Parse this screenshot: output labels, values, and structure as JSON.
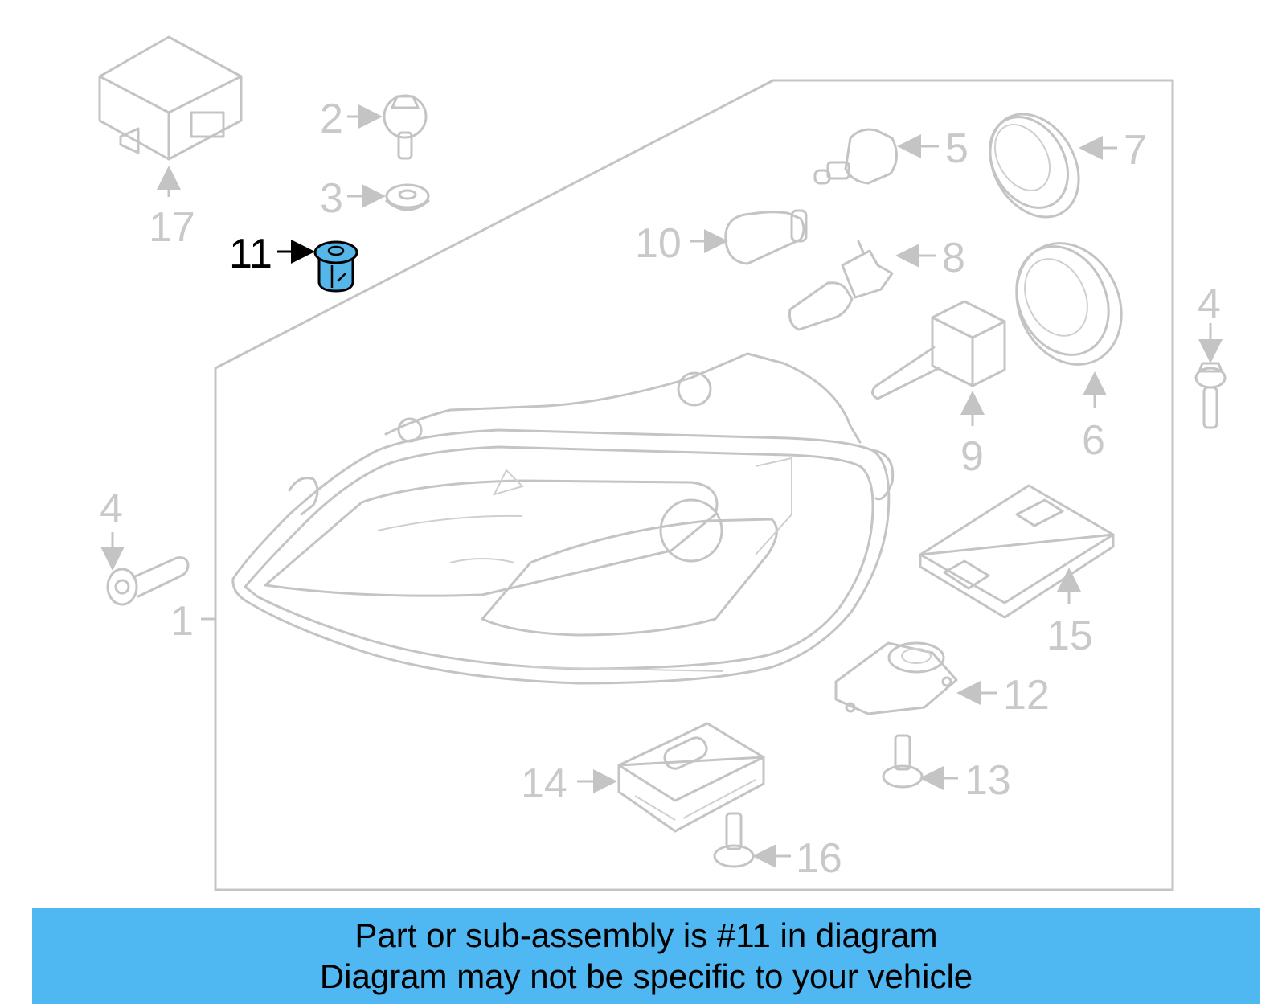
{
  "diagram": {
    "highlighted_part": "11",
    "highlight_color": "#55b6e9",
    "labels": {
      "p1": "1",
      "p2": "2",
      "p3": "3",
      "p4a": "4",
      "p4b": "4",
      "p5": "5",
      "p6": "6",
      "p7": "7",
      "p8": "8",
      "p9": "9",
      "p10": "10",
      "p11": "11",
      "p12": "12",
      "p13": "13",
      "p14": "14",
      "p15": "15",
      "p16": "16",
      "p17": "17"
    }
  },
  "banner": {
    "background": "#4fb7f2",
    "line1": "Part or sub-assembly is #11 in diagram",
    "line2": "Diagram may not be specific to your vehicle"
  }
}
